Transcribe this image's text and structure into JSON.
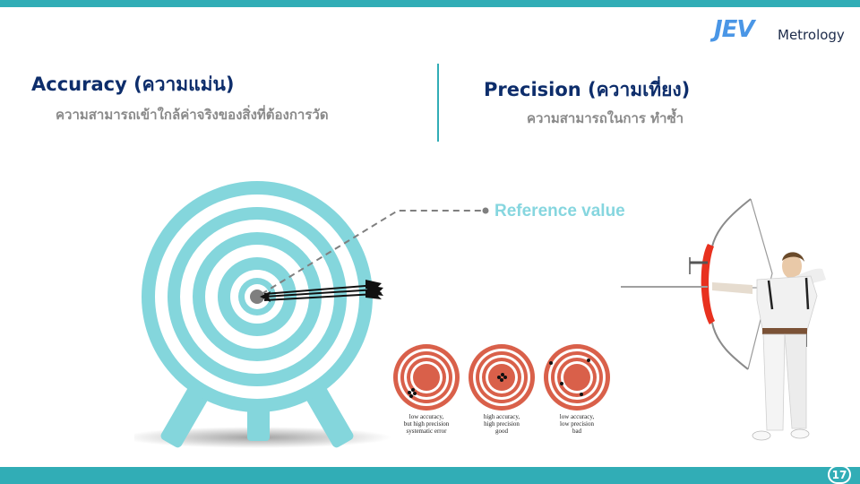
{
  "logo": {
    "mark": "JEV",
    "wordmark": "Metrology"
  },
  "accuracy": {
    "heading": "Accuracy (ความแม่น)",
    "description": "ความสามารถเข้าใกล้ค่าจริงของสิ่งที่ต้องการวัด"
  },
  "precision": {
    "heading": "Precision (ความเที่ยง)",
    "description": "ความสามารถในการ ทำซ้ำ"
  },
  "main_target": {
    "callout_label": "Reference value",
    "ring_color": "#84d6dc",
    "center_color": "#7f7f7f",
    "arrow_count": 3
  },
  "mini_targets": [
    {
      "caption_lines": [
        "low accuracy,",
        "but high precision",
        "systematic error"
      ],
      "color": "#d9604a"
    },
    {
      "caption_lines": [
        "high accuracy,",
        "high precision",
        "good"
      ],
      "color": "#d9604a"
    },
    {
      "caption_lines": [
        "low accuracy,",
        "low precision",
        "bad"
      ],
      "color": "#d9604a"
    }
  ],
  "archer_image": {
    "description": "archer-drawing-recurve-bow"
  },
  "footer": {
    "page_number": "17"
  },
  "colors": {
    "accent_teal": "#31adb6",
    "heading_navy": "#0d2d6b",
    "subtext_gray": "#8a8a8a",
    "callout_cyan": "#86d6df"
  }
}
